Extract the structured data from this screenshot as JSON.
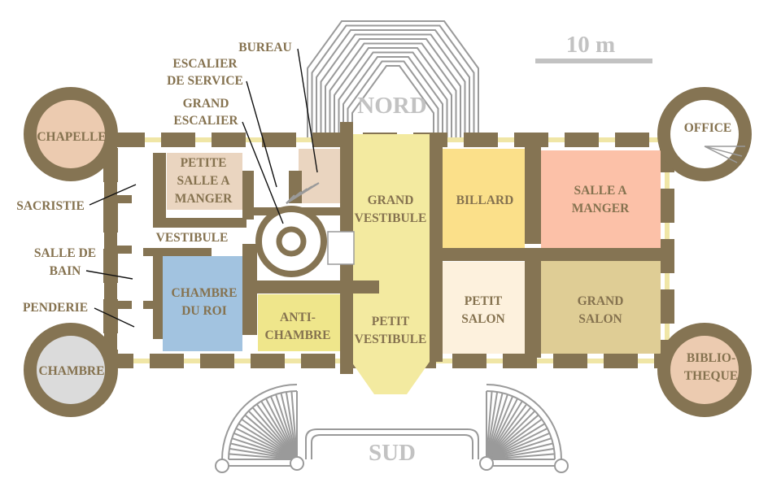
{
  "scale_bar": {
    "label": "10 m"
  },
  "compass": {
    "north": "NORD",
    "south": "SUD"
  },
  "colors": {
    "wall": "#857453",
    "window": "#f0e6a6",
    "text": "#85724f",
    "stairs": "#9a9a9a",
    "chapelle": "#eccbb0",
    "petite_salle_a_manger": "#ead5c0",
    "bureau": "#ead5c0",
    "grand_vestibule": "#f3eaa0",
    "petit_vestibule": "#f3eaa0",
    "billard": "#fbe08a",
    "salle_a_manger": "#fcc1a8",
    "chambre_du_roi": "#a2c3e0",
    "anti_chambre": "#efe68b",
    "petit_salon": "#fdf1dd",
    "grand_salon": "#dfcd95",
    "chambre": "#dbdbdb",
    "bibliotheque": "#eccbb0"
  },
  "rooms": {
    "chapelle": [
      "CHAPELLE"
    ],
    "chambre": [
      "CHAMBRE"
    ],
    "office": [
      "OFFICE"
    ],
    "bibliotheque": [
      "BIBLIO-",
      "THEQUE"
    ],
    "petite_salle_a_manger": [
      "PETITE",
      "SALLE A",
      "MANGER"
    ],
    "vestibule": [
      "VESTIBULE"
    ],
    "chambre_du_roi": [
      "CHAMBRE",
      "DU ROI"
    ],
    "anti_chambre": [
      "ANTI-",
      "CHAMBRE"
    ],
    "grand_vestibule": [
      "GRAND",
      "VESTIBULE"
    ],
    "petit_vestibule": [
      "PETIT",
      "VESTIBULE"
    ],
    "billard": [
      "BILLARD"
    ],
    "salle_a_manger": [
      "SALLE A",
      "MANGER"
    ],
    "petit_salon": [
      "PETIT",
      "SALON"
    ],
    "grand_salon": [
      "GRAND",
      "SALON"
    ]
  },
  "callouts": {
    "bureau": [
      "BUREAU"
    ],
    "escalier_de_service": [
      "ESCALIER",
      "DE SERVICE"
    ],
    "grand_escalier": [
      "GRAND",
      "ESCALIER"
    ],
    "sacristie": [
      "SACRISTIE"
    ],
    "salle_de_bain": [
      "SALLE DE",
      "BAIN"
    ],
    "penderie": [
      "PENDERIE"
    ]
  }
}
